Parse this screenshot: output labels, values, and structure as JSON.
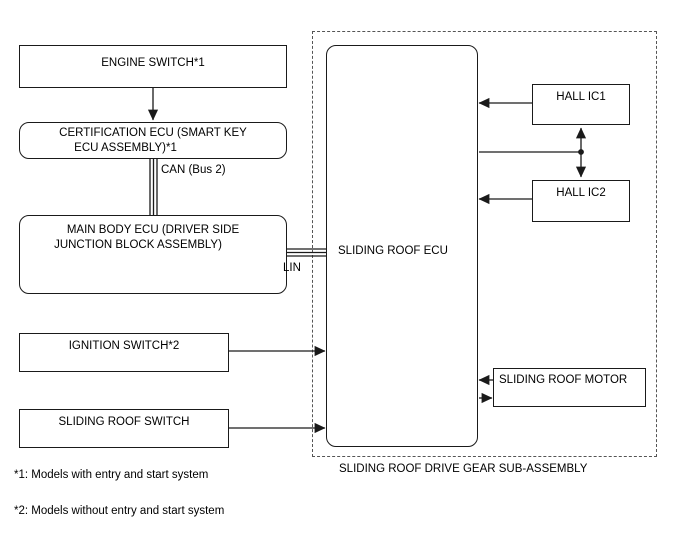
{
  "diagram": {
    "title_caption": "SLIDING ROOF DRIVE GEAR SUB-ASSEMBLY",
    "blocks": {
      "engine_switch": "ENGINE SWITCH*1",
      "certification_ecu_line1": "CERTIFICATION ECU (SMART KEY",
      "certification_ecu_line2": "ECU ASSEMBLY)*1",
      "main_body_ecu_line1": "MAIN BODY ECU (DRIVER SIDE",
      "main_body_ecu_line2": "JUNCTION BLOCK ASSEMBLY)",
      "ignition_switch": "IGNITION SWITCH*2",
      "sliding_roof_switch": "SLIDING ROOF SWITCH",
      "sliding_roof_ecu": "SLIDING ROOF ECU",
      "hall_ic1": "HALL IC1",
      "hall_ic2": "HALL IC2",
      "sliding_roof_motor": "SLIDING ROOF MOTOR"
    },
    "bus_labels": {
      "can": "CAN (Bus 2)",
      "lin": "LIN"
    },
    "footnotes": [
      "*1: Models with entry and start system",
      "*2: Models without entry and start system"
    ],
    "colors": {
      "line": "#1a1a1a",
      "dashed_border": "#555555",
      "background": "#ffffff"
    }
  }
}
